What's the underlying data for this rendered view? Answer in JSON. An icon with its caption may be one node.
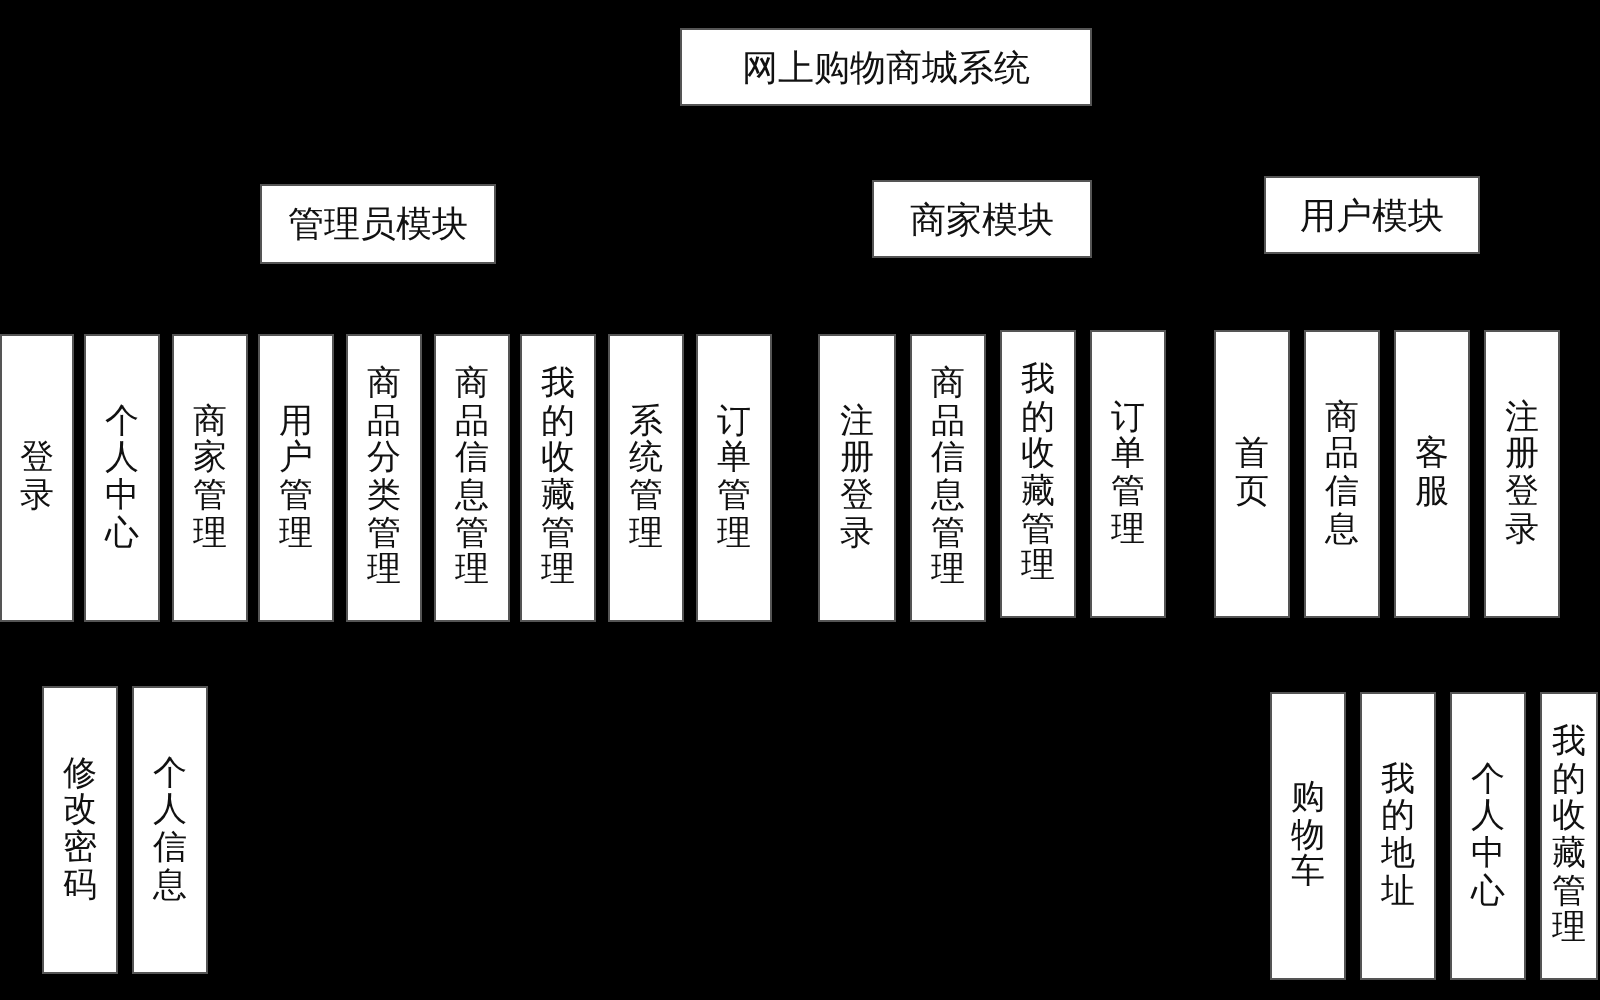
{
  "diagram": {
    "nodes": [
      {
        "text": [
          "网上购物商城系统"
        ]
      },
      {
        "text": [
          "管理员模块"
        ]
      },
      {
        "text": [
          "商家模块"
        ]
      },
      {
        "text": [
          "用户模块"
        ]
      },
      {
        "text": [
          "登录"
        ]
      },
      {
        "text": [
          "个人中心"
        ]
      },
      {
        "text": [
          "商家管理"
        ]
      },
      {
        "text": [
          "用户管理"
        ]
      },
      {
        "text": [
          "商品分类管理"
        ]
      },
      {
        "text": [
          "商品信息管理"
        ]
      },
      {
        "text": [
          "我的收藏管理"
        ]
      },
      {
        "text": [
          "系统管理"
        ]
      },
      {
        "text": [
          "订单管理"
        ]
      },
      {
        "text": [
          "注册登录"
        ]
      },
      {
        "text": [
          "商品信息管理"
        ]
      },
      {
        "text": [
          "我的收藏管理"
        ]
      },
      {
        "text": [
          "订单管理"
        ]
      },
      {
        "text": [
          "首页"
        ]
      },
      {
        "text": [
          "商品信息"
        ]
      },
      {
        "text": [
          "客服"
        ]
      },
      {
        "text": [
          "注册登录"
        ]
      },
      {
        "text": [
          "修改密码"
        ]
      },
      {
        "text": [
          "个人信息"
        ]
      },
      {
        "text": [
          "购物车"
        ]
      },
      {
        "text": [
          "我的地址"
        ]
      },
      {
        "text": [
          "个人中心"
        ]
      },
      {
        "text": [
          "我的收藏管理"
        ]
      }
    ]
  }
}
